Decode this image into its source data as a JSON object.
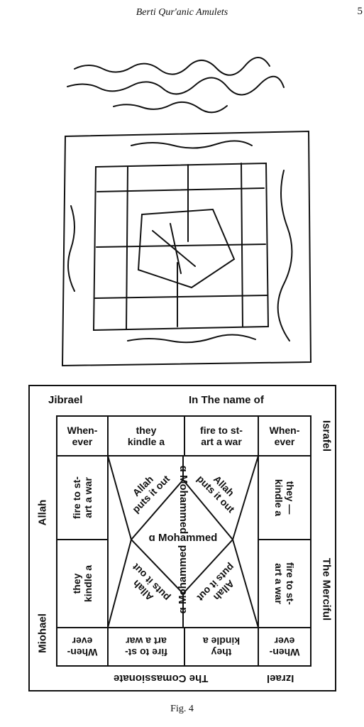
{
  "header": {
    "running_head": "Berti Qur'anic Amulets",
    "page_number": "5"
  },
  "figure": {
    "caption": "Fig. 4",
    "frame": {
      "top_left": "Jibrael",
      "top_right": "In The  name of",
      "right_top": "Israfel",
      "right_bottom": "The Merciful",
      "left_top": "Allah",
      "left_bottom": "Miohael",
      "bottom_left": "The Comassionate",
      "bottom_right": "Izrael"
    },
    "grid": {
      "top_row": [
        "When-\never",
        "they\nkindle a",
        "fire to st-\nart a war",
        "When-\never"
      ],
      "left_col": [
        "fire to st-\nart a war",
        "they\nkindle a"
      ],
      "right_col": [
        "they —\nkindle a",
        "fire to st-\nart a war"
      ],
      "bottom_row": [
        "When-\never",
        "fire to st-\nart a war",
        "they\nkindle a",
        "When-\never"
      ],
      "diamond": {
        "upper_left": "Allah\nputs it out",
        "upper_right": "Allah\nputs it out",
        "lower_left": "Allah\nputs it out",
        "lower_right": "Allah\nputs it out",
        "center_h": "ɑ Mohammed",
        "center_v": "ɑ Mohammed"
      }
    }
  }
}
